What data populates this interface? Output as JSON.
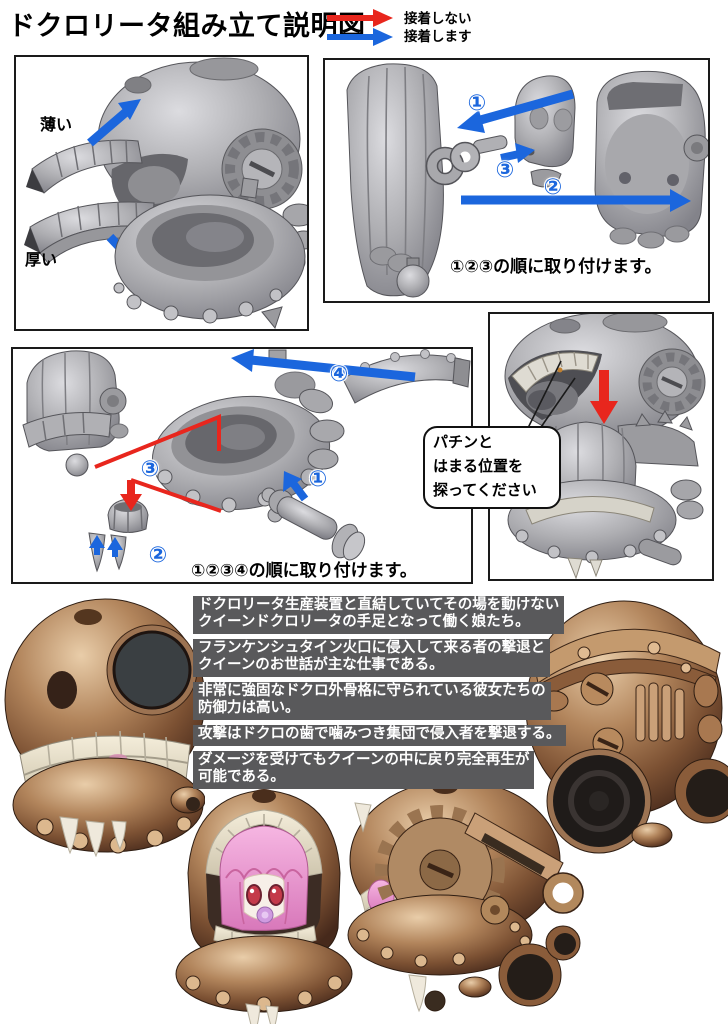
{
  "title": "ドクロリータ組み立て説明図",
  "legend": {
    "no_glue_label": "接着しない",
    "glue_label": "接着します"
  },
  "panel_top_left": {
    "label_thin": "薄い",
    "label_thick": "厚い"
  },
  "panel_top_right": {
    "step_1": "①",
    "step_2": "②",
    "step_3": "③",
    "caption": "①②③の順に取り付けます。"
  },
  "panel_mid_left": {
    "step_1": "①",
    "step_2": "②",
    "step_3": "③",
    "step_4": "④",
    "caption": "①②③④の順に取り付けます。"
  },
  "panel_mid_right": {
    "bubble_text": "パチンと\nはまる位置を\n探ってください"
  },
  "description": {
    "paragraphs": [
      "ドクロリータ生産装置と直結していてその場を動けない\nクイーンドクロリータの手足となって働く娘たち。",
      "フランケンシュタイン火口に侵入して来る者の撃退と\nクイーンのお世話が主な仕事である。",
      "非常に強固なドクロ外骨格に守られている彼女たちの\n防御力は高い。",
      "攻撃はドクロの歯で噛みつき集団で侵入者を撃退する。",
      "ダメージを受けてもクイーンの中に戻り完全再生が\n可能である。"
    ]
  },
  "colors": {
    "arrow_no_glue": "#e8261d",
    "arrow_glue": "#1b66dd",
    "caption_bg": "#59595b",
    "part_gray": "#a8a8ac",
    "shell_bronze": "#8a5c3c",
    "hair_pink": "#efa4d8"
  }
}
